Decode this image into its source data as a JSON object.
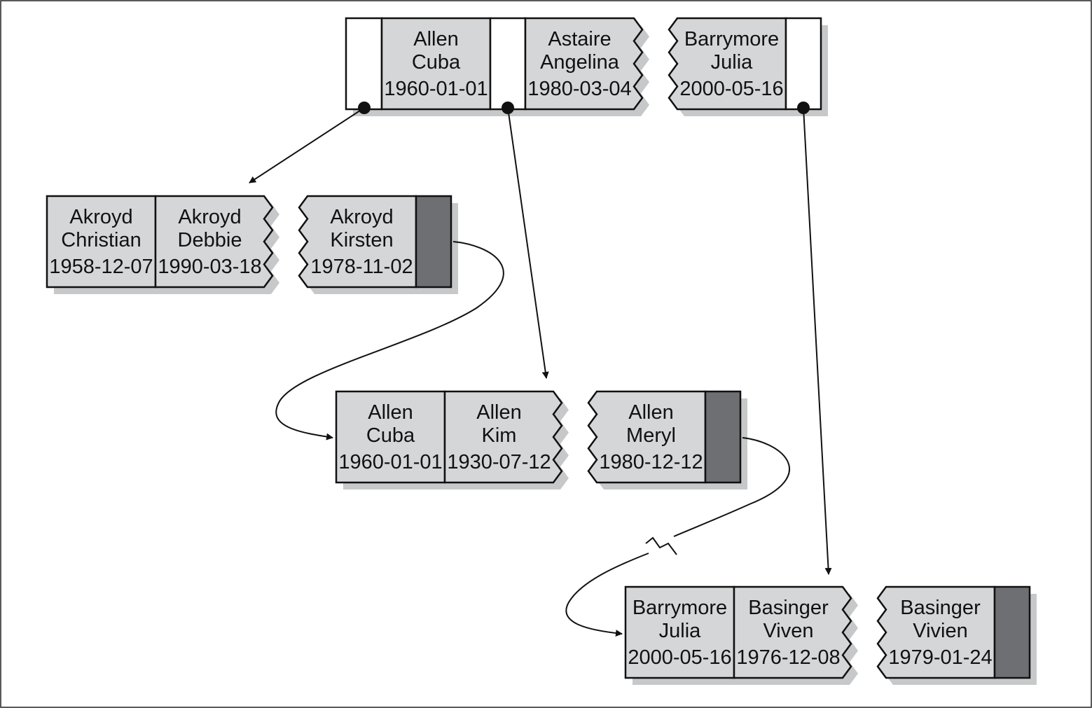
{
  "colors": {
    "record_fill": "#d4d6d8",
    "pointer_fill": "#ffffff",
    "leaf_pointer_fill": "#6d6f72",
    "stroke": "#111111",
    "shadow": "#c7c8ca"
  },
  "root": {
    "records": [
      {
        "last": "Allen",
        "first": "Cuba",
        "dob": "1960-01-01"
      },
      {
        "last": "Astaire",
        "first": "Angelina",
        "dob": "1980-03-04"
      },
      {
        "last": "Barrymore",
        "first": "Julia",
        "dob": "2000-05-16"
      }
    ]
  },
  "leaves": [
    {
      "records": [
        {
          "last": "Akroyd",
          "first": "Christian",
          "dob": "1958-12-07"
        },
        {
          "last": "Akroyd",
          "first": "Debbie",
          "dob": "1990-03-18"
        },
        {
          "last": "Akroyd",
          "first": "Kirsten",
          "dob": "1978-11-02"
        }
      ]
    },
    {
      "records": [
        {
          "last": "Allen",
          "first": "Cuba",
          "dob": "1960-01-01"
        },
        {
          "last": "Allen",
          "first": "Kim",
          "dob": "1930-07-12"
        },
        {
          "last": "Allen",
          "first": "Meryl",
          "dob": "1980-12-12"
        }
      ]
    },
    {
      "records": [
        {
          "last": "Barrymore",
          "first": "Julia",
          "dob": "2000-05-16"
        },
        {
          "last": "Basinger",
          "first": "Viven",
          "dob": "1976-12-08"
        },
        {
          "last": "Basinger",
          "first": "Vivien",
          "dob": "1979-01-24"
        }
      ]
    }
  ]
}
